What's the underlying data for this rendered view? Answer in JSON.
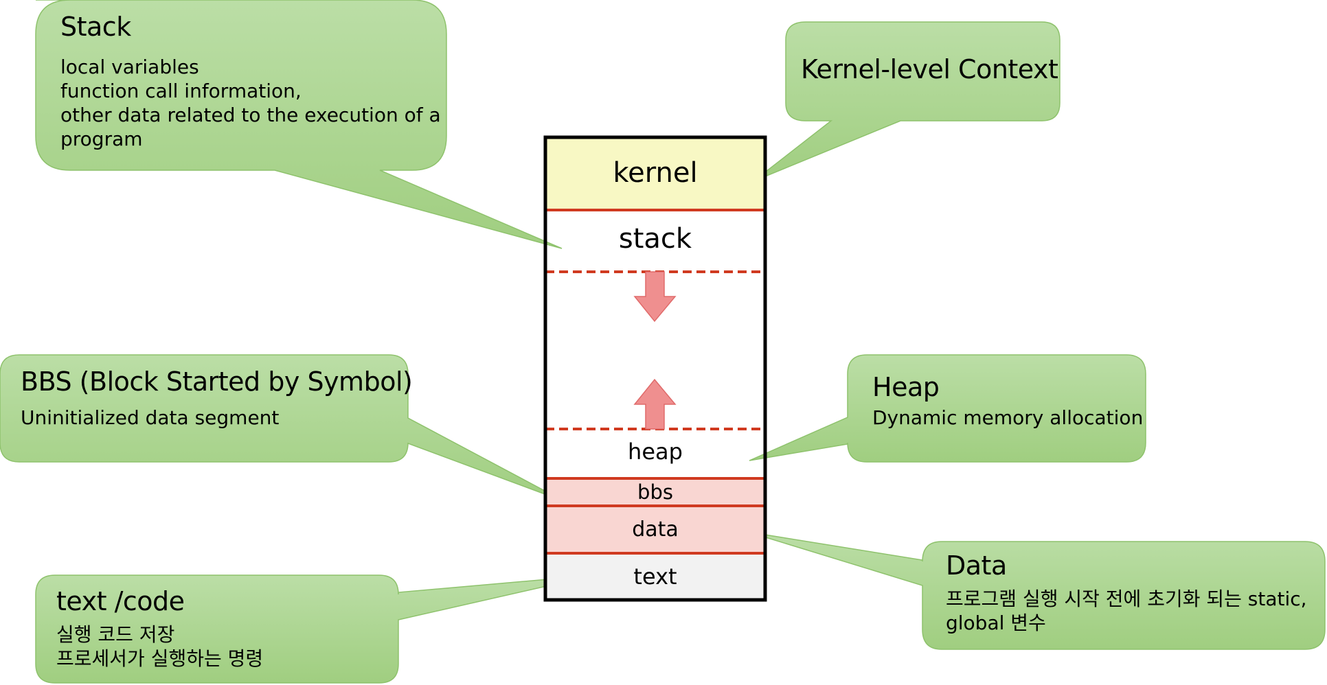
{
  "colors": {
    "callout_fill_top": "#b8dca2",
    "callout_fill_bottom": "#a2cf84",
    "callout_stroke": "#8ec26c",
    "kernel_fill": "#f8f8c4",
    "data_fill": "#f9d6d2",
    "text_fill": "#f2f2f2",
    "divider_red": "#d03a20",
    "arrow_fill": "#ef8f8f",
    "arrow_stroke": "#e06a6a",
    "box_border": "#000000"
  },
  "memory_layout": {
    "segments": [
      {
        "id": "kernel",
        "label": "kernel"
      },
      {
        "id": "stack",
        "label": "stack"
      },
      {
        "id": "free",
        "label": ""
      },
      {
        "id": "heap",
        "label": "heap"
      },
      {
        "id": "bbs",
        "label": "bbs"
      },
      {
        "id": "data",
        "label": "data"
      },
      {
        "id": "text",
        "label": "text"
      }
    ],
    "stack_growth": "down-arrow-icon",
    "heap_growth": "up-arrow-icon"
  },
  "callouts": {
    "stack": {
      "title": "Stack",
      "body": [
        "local variables",
        "function call information,",
        "other data related to the execution of a",
        "program"
      ]
    },
    "kernel": {
      "title": "Kernel-level Context",
      "body": []
    },
    "bbs": {
      "title": "BBS (Block Started by Symbol)",
      "body": [
        "Uninitialized data segment"
      ]
    },
    "heap": {
      "title": "Heap",
      "body": [
        "Dynamic memory allocation"
      ]
    },
    "data": {
      "title": "Data",
      "body": [
        "프로그램 실행 시작 전에 초기화 되는 static,",
        "global 변수"
      ]
    },
    "text": {
      "title": "text /code",
      "body": [
        "실행 코드 저장",
        "프로세서가 실행하는 명령"
      ]
    }
  }
}
